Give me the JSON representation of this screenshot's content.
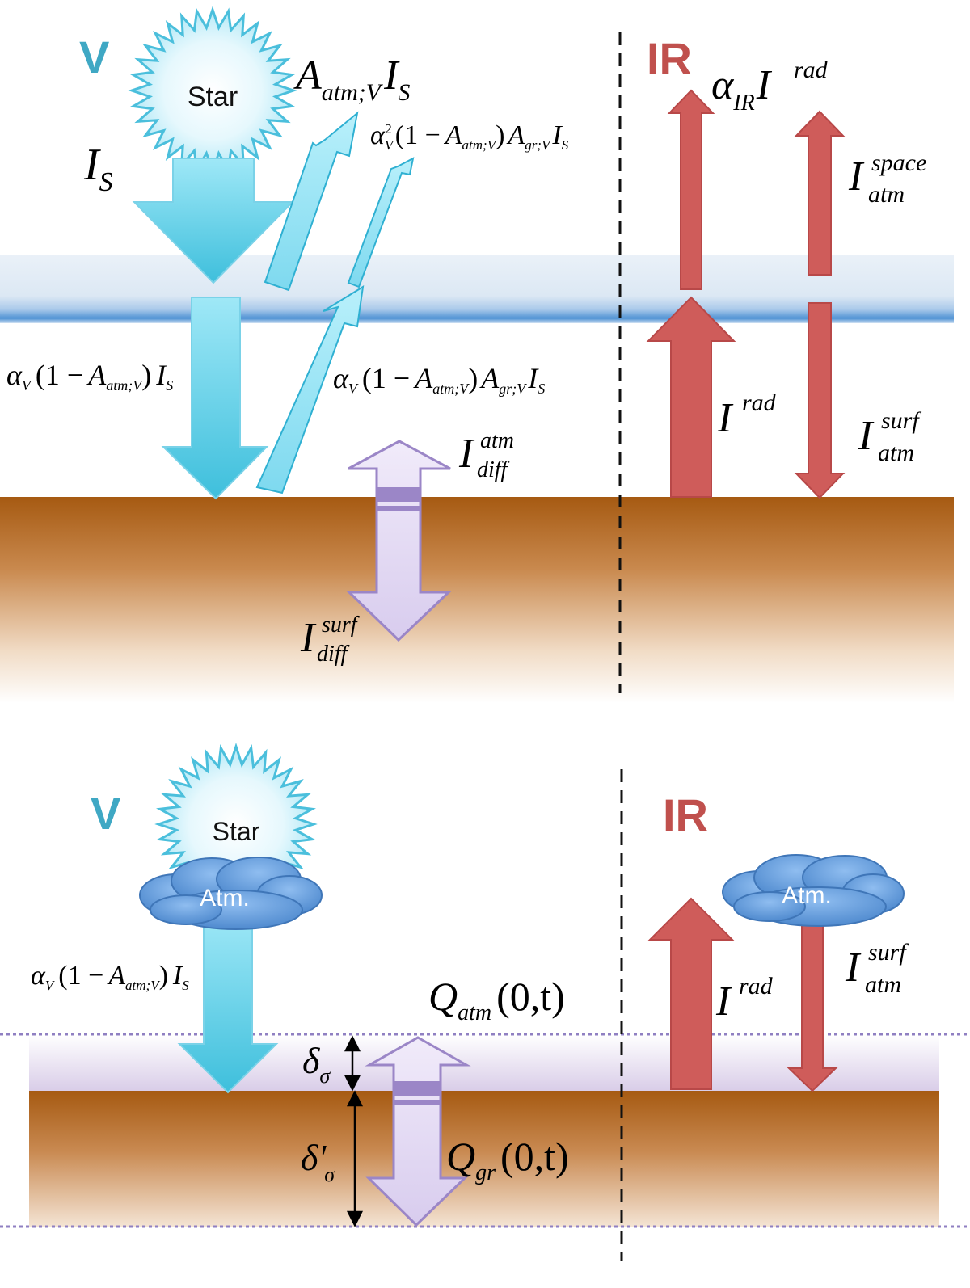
{
  "panel_top": {
    "band_visible": "V",
    "band_ir": "IR",
    "star_label": "Star",
    "eq_incident": {
      "main": "I",
      "sub": "S"
    },
    "eq_atm_reflect": {
      "a": "A",
      "a_sub": "atm;V",
      "i": "I",
      "i_sub": "S"
    },
    "eq_double_reflect": {
      "alpha": "α",
      "alpha_sub": "V",
      "alpha_sup": "2",
      "one_minus": "(1 −",
      "a1": "A",
      "a1_sub": "atm;V",
      "close": ")",
      "a2": "A",
      "a2_sub": "gr;V",
      "i": "I",
      "i_sub": "S"
    },
    "eq_transmit": {
      "alpha": "α",
      "alpha_sub": "V",
      "one_minus": "(1 −",
      "a": "A",
      "a_sub": "atm;V",
      "close": ")",
      "i": "I",
      "i_sub": "S"
    },
    "eq_ground_reflect": {
      "alpha": "α",
      "alpha_sub": "V",
      "one_minus": "(1 −",
      "a1": "A",
      "a1_sub": "atm;V",
      "close": ")",
      "a2": "A",
      "a2_sub": "gr;V",
      "i": "I",
      "i_sub": "S"
    },
    "eq_diff_atm": {
      "main": "I",
      "sup": "atm",
      "sub": "diff"
    },
    "eq_diff_surf": {
      "main": "I",
      "sup": "surf",
      "sub": "diff"
    },
    "eq_ir_escape": {
      "alpha": "α",
      "alpha_sub": "IR",
      "i": "I",
      "i_sup": "rad"
    },
    "eq_atm_space": {
      "main": "I",
      "sup": "space",
      "sub": "atm"
    },
    "eq_rad": {
      "main": "I",
      "sup": "rad"
    },
    "eq_atm_surf": {
      "main": "I",
      "sup": "surf",
      "sub": "atm"
    }
  },
  "panel_bottom": {
    "band_visible": "V",
    "band_ir": "IR",
    "star_label": "Star",
    "cloud_label_v": "Atm.",
    "cloud_label_ir": "Atm.",
    "eq_transmit": {
      "alpha": "α",
      "alpha_sub": "V",
      "one_minus": "(1 −",
      "a": "A",
      "a_sub": "atm;V",
      "close": ")",
      "i": "I",
      "i_sub": "S"
    },
    "eq_q_atm": {
      "q": "Q",
      "q_sub": "atm",
      "args": "(0,t)"
    },
    "eq_q_gr": {
      "q": "Q",
      "q_sub": "gr",
      "args": "(0,t)"
    },
    "eq_delta": {
      "d": "δ",
      "d_sub": "σ"
    },
    "eq_delta_prime": {
      "d": "δ'",
      "d_sub": "σ"
    },
    "eq_rad": {
      "main": "I",
      "sup": "rad"
    },
    "eq_atm_surf": {
      "main": "I",
      "sup": "surf",
      "sub": "atm"
    }
  },
  "colors": {
    "visible": "#4bbfdc",
    "visible_text": "#3fa8c4",
    "ir": "#cf5c5a",
    "ir_text": "#c0504d",
    "diffusion": "#ddd2f0",
    "diffusion_edge": "#9b86c7",
    "ground": "#a85c14",
    "atmosphere": "#5aa0d8",
    "cloud": "#5b95d8"
  }
}
